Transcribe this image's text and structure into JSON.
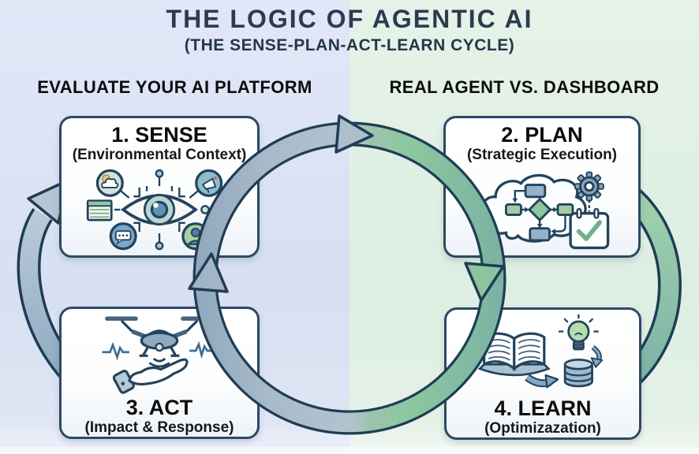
{
  "title": "THE LOGIC OF AGENTIC AI",
  "subtitle": "(THE SENSE-PLAN-ACT-LEARN CYCLE)",
  "left_column": {
    "header": "EVALUATE YOUR AI PLATFORM"
  },
  "right_column": {
    "header": "REAL AGENT VS. DASHBOARD"
  },
  "boxes": [
    {
      "title": "1. SENSE",
      "subtitle": "(Environmental Context)",
      "icon": "eye-sensor-network-icon"
    },
    {
      "title": "2. PLAN",
      "subtitle": "(Strategic Execution)",
      "icon": "thought-cloud-flowchart-gear-calendar-icon"
    },
    {
      "title": "3. ACT",
      "subtitle": "(Impact & Response)",
      "icon": "drone-over-hand-icon"
    },
    {
      "title": "4. LEARN",
      "subtitle": "(Optimizazation)",
      "icon": "book-lightbulb-database-icon"
    }
  ],
  "cycle": {
    "direction": "clockwise",
    "arrows": [
      "sense-to-plan",
      "plan-to-learn",
      "learn-to-act",
      "act-to-sense",
      "act-to-sense-outer-arc",
      "plan-to-learn-outer-arc"
    ]
  },
  "colors": {
    "background_left": "#d9e1f3",
    "background_right": "#e2f0e5",
    "ring_blue": "#a8bbca",
    "ring_green": "#8cc79e",
    "ring_teal": "#79b0a4",
    "outline_navy": "#1f3d55",
    "box_border": "#2b4a63",
    "title_color": "#2b3c4f"
  }
}
